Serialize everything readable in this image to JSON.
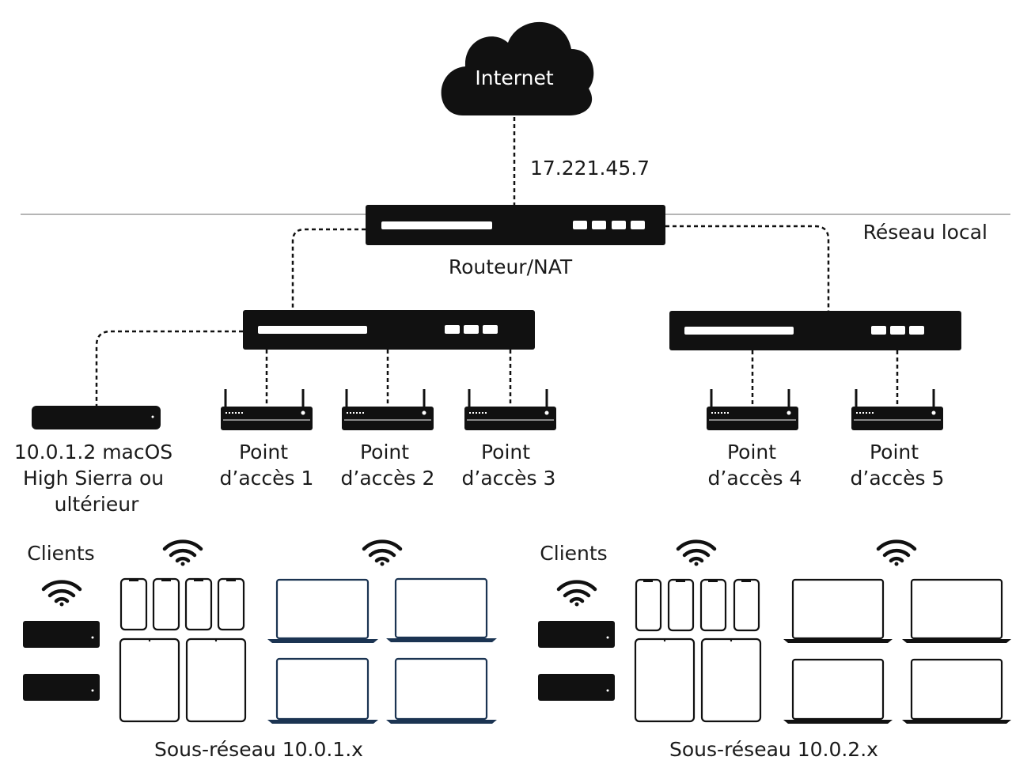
{
  "internet": {
    "label": "Internet"
  },
  "wan_ip": "17.221.45.7",
  "local_network_label": "Réseau local",
  "router": {
    "label": "Routeur/NAT"
  },
  "server": {
    "label_lines": [
      "10.0.1.2 macOS",
      "High Sierra ou",
      "ultérieur"
    ]
  },
  "access_points": [
    {
      "lines": [
        "Point",
        "d’accès 1"
      ]
    },
    {
      "lines": [
        "Point",
        "d’accès 2"
      ]
    },
    {
      "lines": [
        "Point",
        "d’accès 3"
      ]
    },
    {
      "lines": [
        "Point",
        "d’accès 4"
      ]
    },
    {
      "lines": [
        "Point",
        "d’accès 5"
      ]
    }
  ],
  "clients": [
    {
      "label": "Clients",
      "subnet": "Sous-réseau 10.0.1.x"
    },
    {
      "label": "Clients",
      "subnet": "Sous-réseau 10.0.2.x"
    }
  ],
  "icons": [
    "cloud-icon",
    "router-icon",
    "switch-icon",
    "mac-mini-icon",
    "access-point-icon",
    "wifi-icon",
    "apple-tv-icon",
    "iphone-icon",
    "ipad-icon",
    "laptop-icon"
  ],
  "colors": {
    "device": "#111111",
    "separator": "#b5b5b5",
    "laptop_blue": "#1b3452"
  }
}
